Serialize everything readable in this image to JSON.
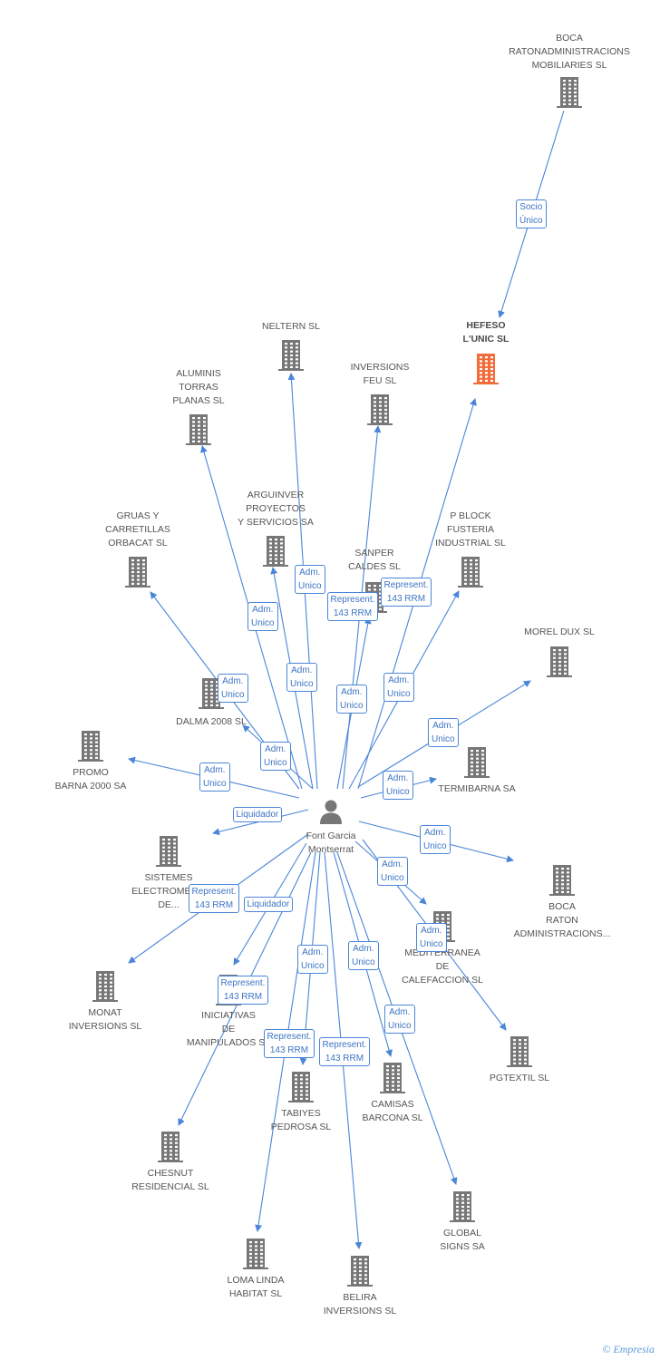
{
  "colors": {
    "edge": "#4a86d8",
    "building": "#777777",
    "highlight": "#f26b3a",
    "person": "#777777"
  },
  "nodes": [
    {
      "id": "boca-mobiliaries",
      "name": "BOCA\nRATONADMINISTRACIONS\nMOBILIARIES SL",
      "kind": "company"
    },
    {
      "id": "hefeso",
      "name": "HEFESO\nL'UNIC SL",
      "kind": "company",
      "highlight": true
    },
    {
      "id": "neltern",
      "name": "NELTERN SL",
      "kind": "company"
    },
    {
      "id": "inversions-feu",
      "name": "INVERSIONS\nFEU SL",
      "kind": "company"
    },
    {
      "id": "aluminis",
      "name": "ALUMINIS\nTORRAS\nPLANAS SL",
      "kind": "company"
    },
    {
      "id": "arguinver",
      "name": "ARGUINVER\nPROYECTOS\nY SERVICIOS SA",
      "kind": "company"
    },
    {
      "id": "gruas",
      "name": "GRUAS Y\nCARRETILLAS\nORBACAT SL",
      "kind": "company"
    },
    {
      "id": "sanper",
      "name": "SANPER\nCALDES SL",
      "kind": "company"
    },
    {
      "id": "pblock",
      "name": "P BLOCK\nFUSTERIA\nINDUSTRIAL SL",
      "kind": "company"
    },
    {
      "id": "morel",
      "name": "MOREL DUX SL",
      "kind": "company"
    },
    {
      "id": "dalma",
      "name": "DALMA 2008 SL",
      "kind": "company"
    },
    {
      "id": "promo",
      "name": "PROMO\nBARNA 2000 SA",
      "kind": "company"
    },
    {
      "id": "termibarna",
      "name": "TERMIBARNA SA",
      "kind": "company"
    },
    {
      "id": "person",
      "name": "Font Garcia\nMontserrat",
      "kind": "person"
    },
    {
      "id": "sistemes",
      "name": "SISTEMES\nELECTROMEC...\nDE...",
      "kind": "company"
    },
    {
      "id": "boca-admin",
      "name": "BOCA\nRATON\nADMINISTRACIONS...",
      "kind": "company"
    },
    {
      "id": "mediterranea",
      "name": "MEDITERRANEA\nDE\nCALEFACCION SL",
      "kind": "company"
    },
    {
      "id": "monat",
      "name": "MONAT\nINVERSIONS SL",
      "kind": "company"
    },
    {
      "id": "iniciativas",
      "name": "INICIATIVAS\nDE\nMANIPULADOS SL",
      "kind": "company"
    },
    {
      "id": "pgtextil",
      "name": "PGTEXTIL SL",
      "kind": "company"
    },
    {
      "id": "tabiyes",
      "name": "TABIYES\nPEDROSA SL",
      "kind": "company"
    },
    {
      "id": "camisas",
      "name": "CAMISAS\nBARCONA SL",
      "kind": "company"
    },
    {
      "id": "chesnut",
      "name": "CHESNUT\nRESIDENCIAL SL",
      "kind": "company"
    },
    {
      "id": "global",
      "name": "GLOBAL\nSIGNS SA",
      "kind": "company"
    },
    {
      "id": "loma",
      "name": "LOMA LINDA\nHABITAT SL",
      "kind": "company"
    },
    {
      "id": "belira",
      "name": "BELIRA\nINVERSIONS SL",
      "kind": "company"
    }
  ],
  "edges": [
    {
      "from": "boca-mobiliaries",
      "to": "hefeso",
      "label": "Socio\nÚnico"
    },
    {
      "from": "person",
      "to": "hefeso",
      "label": "Represent.\n143 RRM"
    },
    {
      "from": "person",
      "to": "neltern",
      "label": "Adm.\nUnico"
    },
    {
      "from": "person",
      "to": "inversions-feu",
      "label": "Represent.\n143 RRM"
    },
    {
      "from": "person",
      "to": "aluminis",
      "label": "Adm.\nUnico"
    },
    {
      "from": "person",
      "to": "arguinver",
      "label": "Adm.\nUnico"
    },
    {
      "from": "person",
      "to": "gruas",
      "label": "Adm.\nUnico"
    },
    {
      "from": "person",
      "to": "sanper",
      "label": "Adm.\nUnico"
    },
    {
      "from": "person",
      "to": "pblock",
      "label": "Adm.\nUnico"
    },
    {
      "from": "person",
      "to": "morel",
      "label": "Adm.\nUnico"
    },
    {
      "from": "person",
      "to": "dalma",
      "label": "Adm.\nUnico"
    },
    {
      "from": "person",
      "to": "promo",
      "label": "Adm.\nUnico"
    },
    {
      "from": "person",
      "to": "termibarna",
      "label": "Adm.\nUnico"
    },
    {
      "from": "person",
      "to": "sistemes",
      "label": "Liquidador"
    },
    {
      "from": "person",
      "to": "boca-admin",
      "label": "Adm.\nUnico"
    },
    {
      "from": "person",
      "to": "mediterranea",
      "label": "Adm.\nUnico"
    },
    {
      "from": "person",
      "to": "monat",
      "label": "Represent.\n143 RRM"
    },
    {
      "from": "person",
      "to": "iniciativas",
      "label": "Liquidador"
    },
    {
      "from": "person",
      "to": "pgtextil",
      "label": "Adm.\nUnico"
    },
    {
      "from": "person",
      "to": "tabiyes",
      "label": "Adm.\nUnico"
    },
    {
      "from": "person",
      "to": "camisas",
      "label": "Adm.\nUnico"
    },
    {
      "from": "person",
      "to": "chesnut",
      "label": "Represent.\n143 RRM"
    },
    {
      "from": "person",
      "to": "global",
      "label": "Adm.\nUnico"
    },
    {
      "from": "person",
      "to": "loma",
      "label": "Represent.\n143 RRM"
    },
    {
      "from": "person",
      "to": "belira",
      "label": "Represent.\n143 RRM"
    }
  ],
  "credit": {
    "symbol": "©",
    "brand": "Empresia"
  }
}
